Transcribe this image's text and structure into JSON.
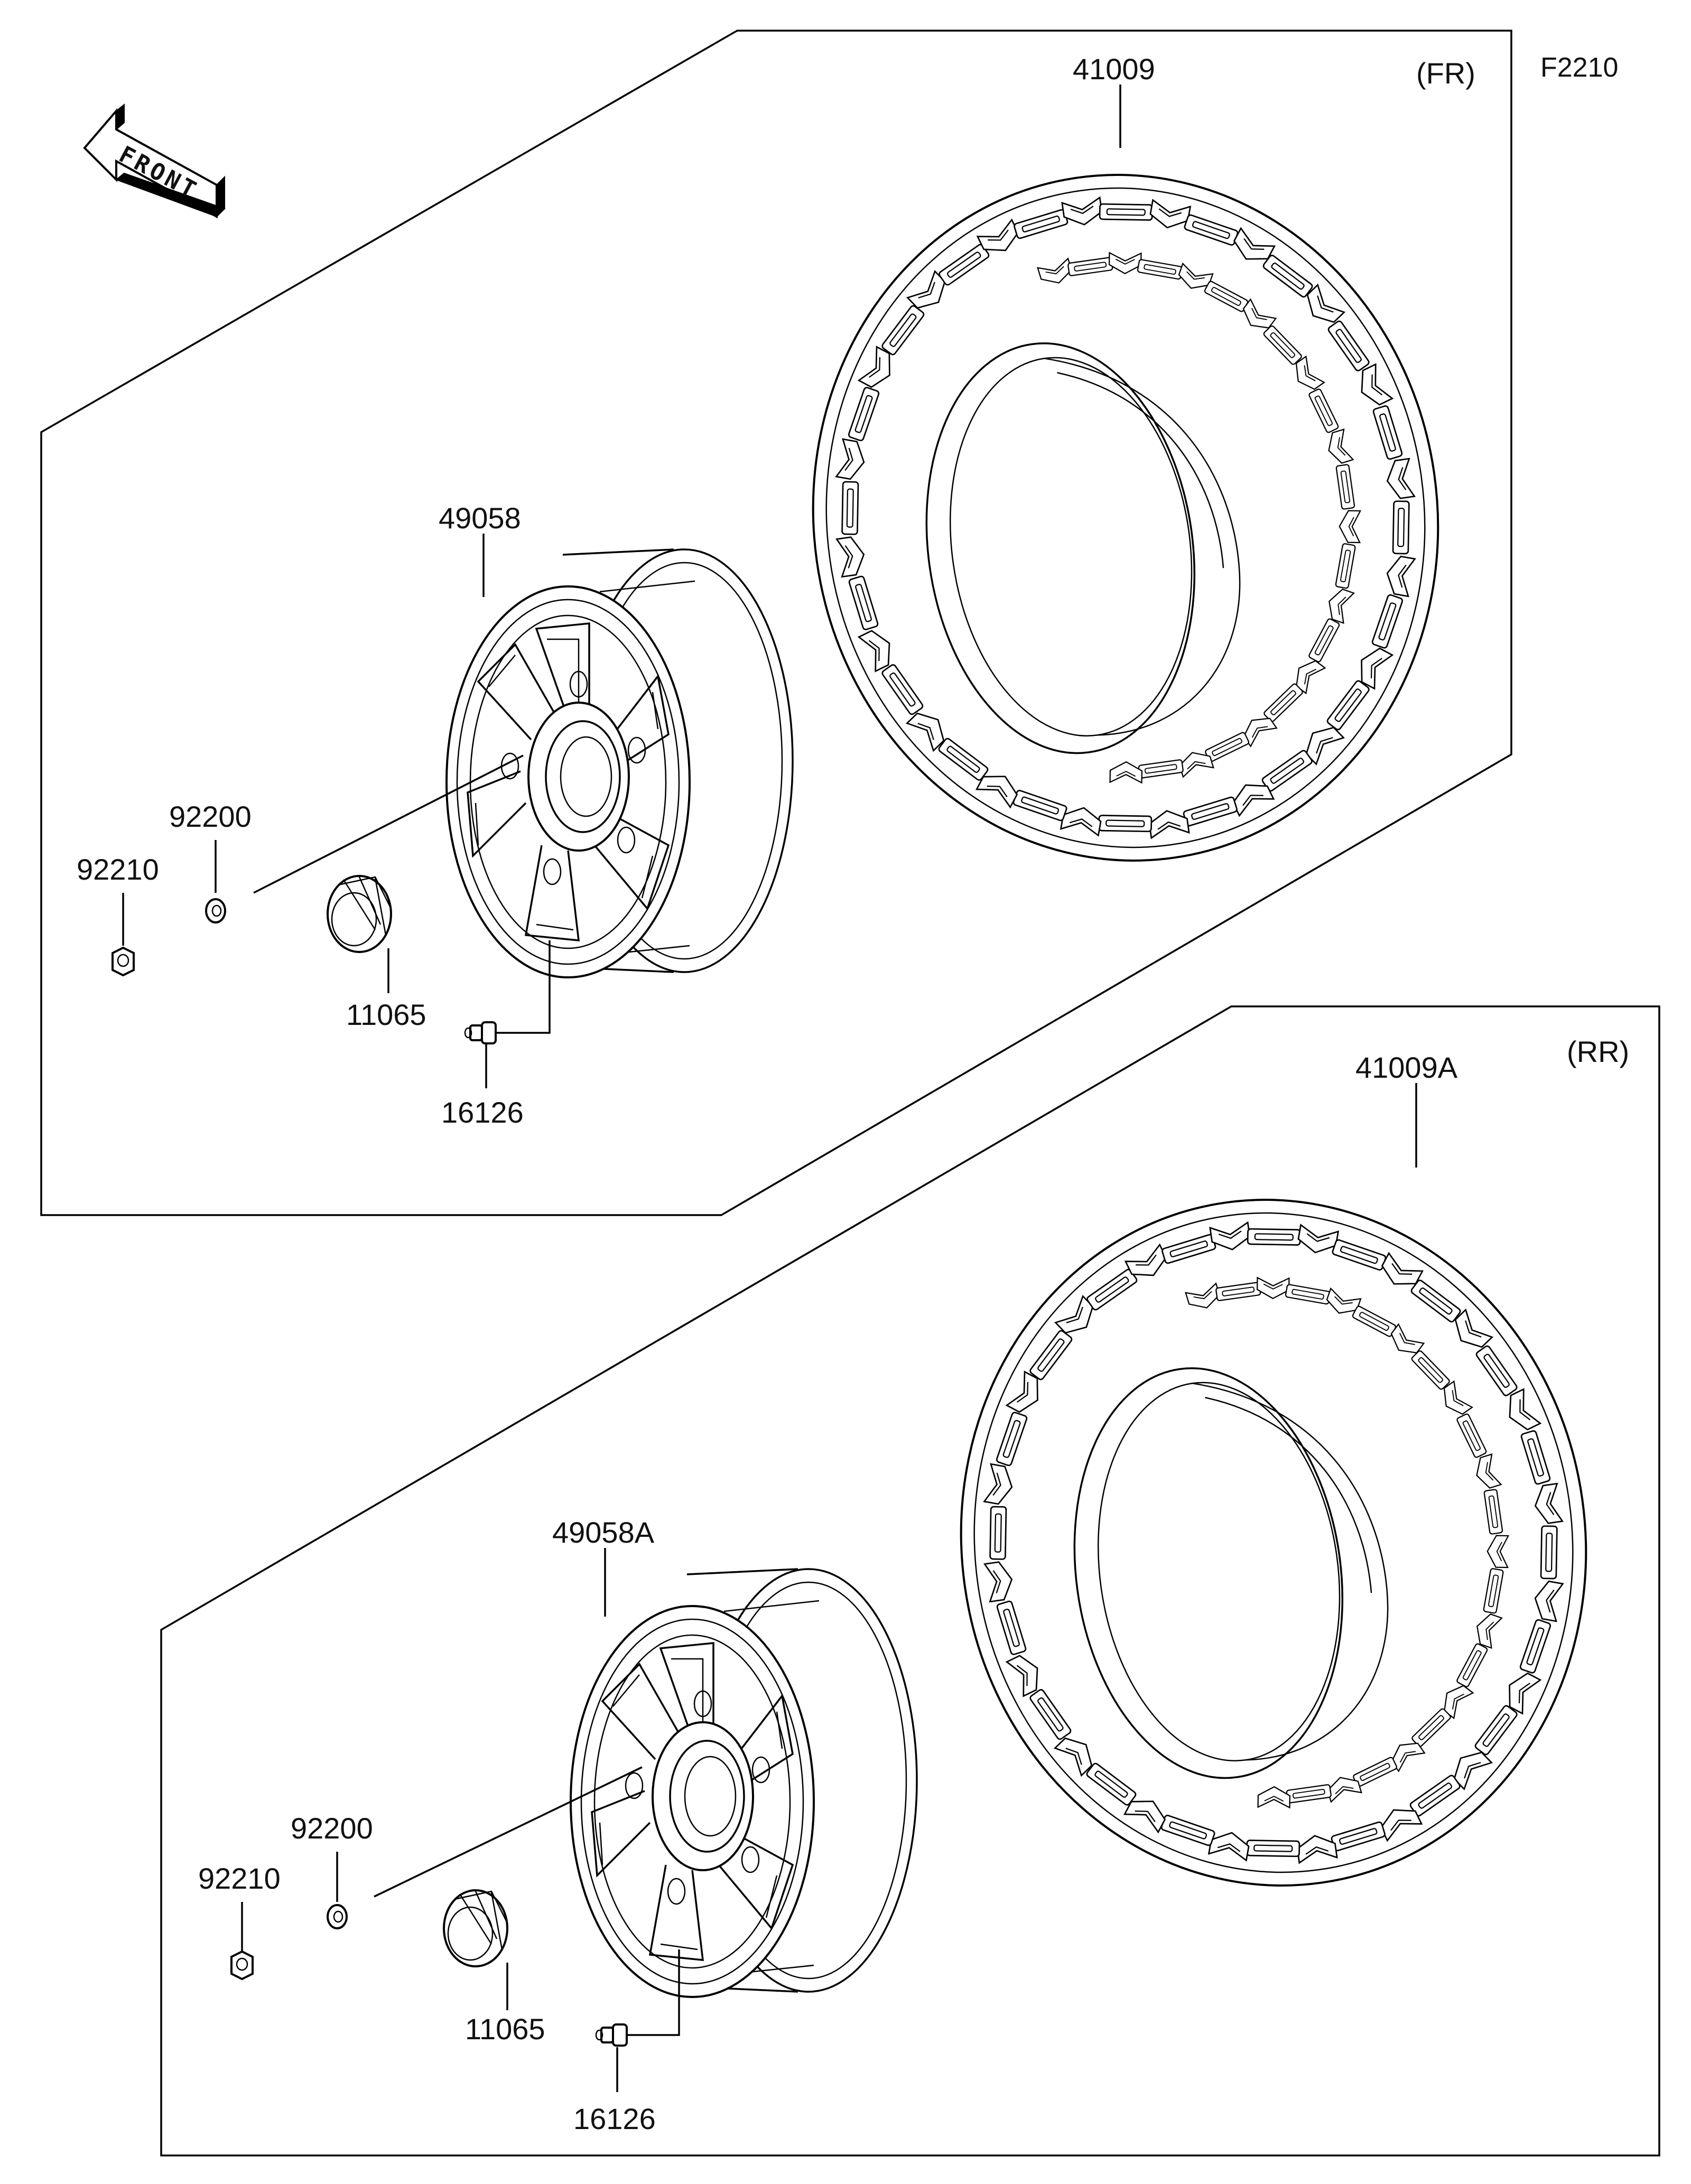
{
  "diagram_code": "F2210",
  "front_label": "FRONT",
  "sections": [
    {
      "id": "front",
      "tag": "(FR)",
      "parts": {
        "tire": "41009",
        "wheel": "49058",
        "washer": "92200",
        "nut": "92210",
        "cap": "11065",
        "valve": "16126"
      }
    },
    {
      "id": "rear",
      "tag": "(RR)",
      "parts": {
        "tire": "41009A",
        "wheel": "49058A",
        "washer": "92200",
        "nut": "92210",
        "cap": "11065",
        "valve": "16126"
      }
    }
  ]
}
